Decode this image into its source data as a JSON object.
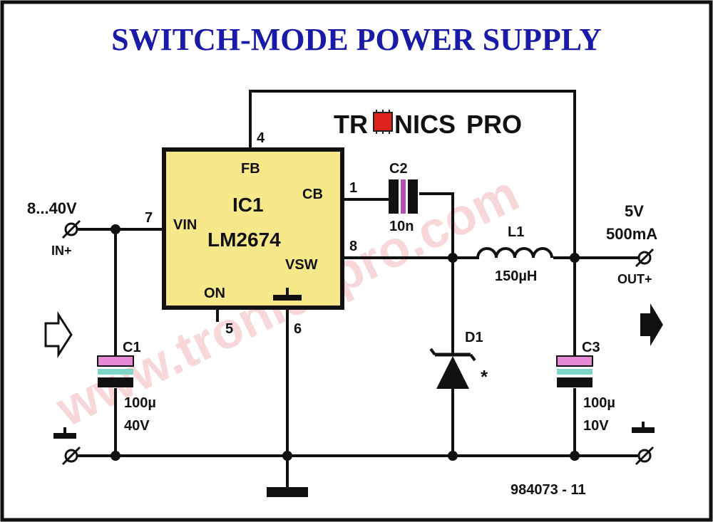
{
  "title": "SWITCH-MODE POWER SUPPLY",
  "logo": {
    "left": "TR",
    "middle": "NICS",
    "right": "PRO"
  },
  "watermark": "www.tronicspro.com",
  "ic": {
    "ref": "IC1",
    "part": "LM2674",
    "fill_color": "#f7e88a",
    "pin_labels": {
      "fb": "FB",
      "cb": "CB",
      "vin": "VIN",
      "vsw": "VSW",
      "on": "ON"
    },
    "pin_numbers": {
      "fb": "4",
      "cb": "1",
      "vin": "7",
      "vsw": "8",
      "on": "5",
      "gnd": "6"
    }
  },
  "input": {
    "voltage": "8...40V",
    "terminal": "IN+"
  },
  "output": {
    "voltage": "5V",
    "current": "500mA",
    "terminal": "OUT+"
  },
  "c1": {
    "ref": "C1",
    "value": "100µ",
    "rating": "40V"
  },
  "c2": {
    "ref": "C2",
    "value": "10n"
  },
  "c3": {
    "ref": "C3",
    "value": "100µ",
    "rating": "10V"
  },
  "l1": {
    "ref": "L1",
    "value": "150µH"
  },
  "d1": {
    "ref": "D1",
    "mark": "*"
  },
  "drawing_number": "984073 - 11",
  "colors": {
    "title": "#1a1aa8",
    "ic_fill": "#f7e88a",
    "cap_pink": "#e58ad6",
    "cap_teal": "#7fd6c8",
    "logo_red": "#e0231c"
  }
}
